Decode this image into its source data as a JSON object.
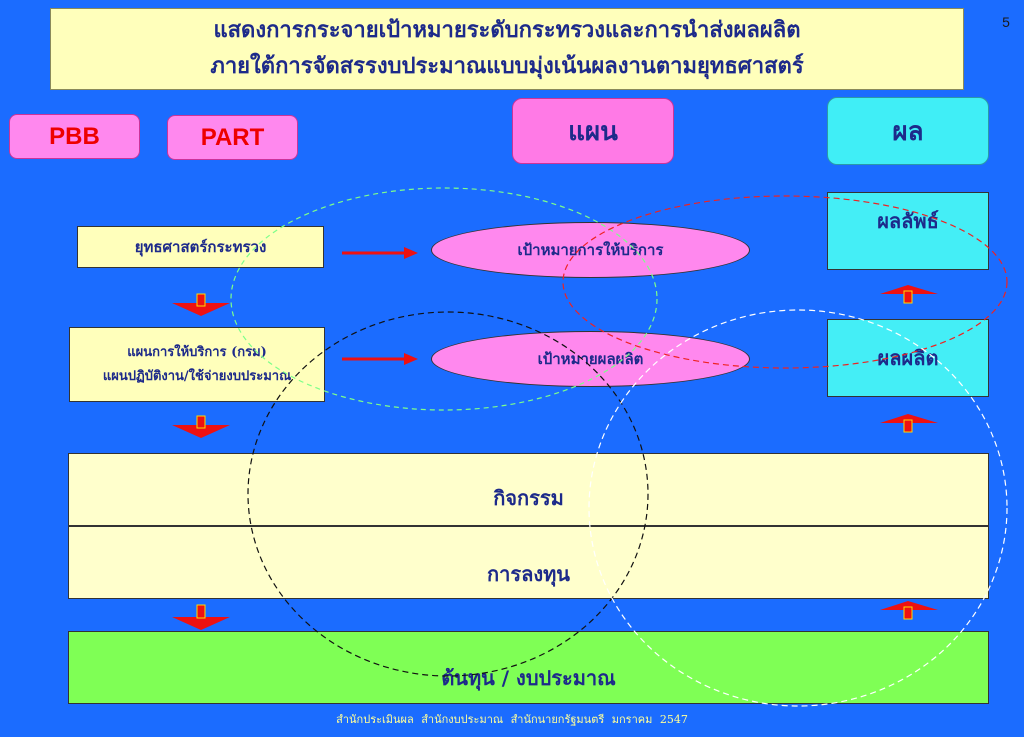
{
  "page_number": "5",
  "title": {
    "line1": "แสดงการกระจายเป้าหมายระดับกระทรวงและการนำส่งผลผลิต",
    "line2": "ภายใต้การจัดสรรงบประมาณแบบมุ่งเน้นผลงานตามยุทธศาสตร์"
  },
  "tags": {
    "pbb": "PBB",
    "part": "PART",
    "plan": "แผน",
    "result": "ผล"
  },
  "left_boxes": {
    "strategy": "ยุทธศาสตร์กระทรวง",
    "service_plan": "แผนการให้บริการ (กรม)",
    "operation_plan": "แผนปฏิบัติงาน/ใช้จ่ายงบประมาณ"
  },
  "ellipses": {
    "service_target": "เป้าหมายการให้บริการ",
    "output_target": "เป้าหมายผลผลิต"
  },
  "right_boxes": {
    "outcome": "ผลลัพธ์",
    "output": "ผลผลิต"
  },
  "bands": {
    "activity": "กิจกรรม",
    "investment": "การลงทุน",
    "budget": "ต้นทุน / งบประมาณ"
  },
  "footer": "สำนักประเมินผล    สำนักงบประมาณ    สำนักนายกรัฐมนตรี      มกราคม  2547",
  "colors": {
    "background": "#1b6cff",
    "title_bg": "#ffffbb",
    "pink": "#ff88ee",
    "cyan": "#44eef6",
    "green": "#7fff55",
    "arrow_red": "#ee1111"
  }
}
